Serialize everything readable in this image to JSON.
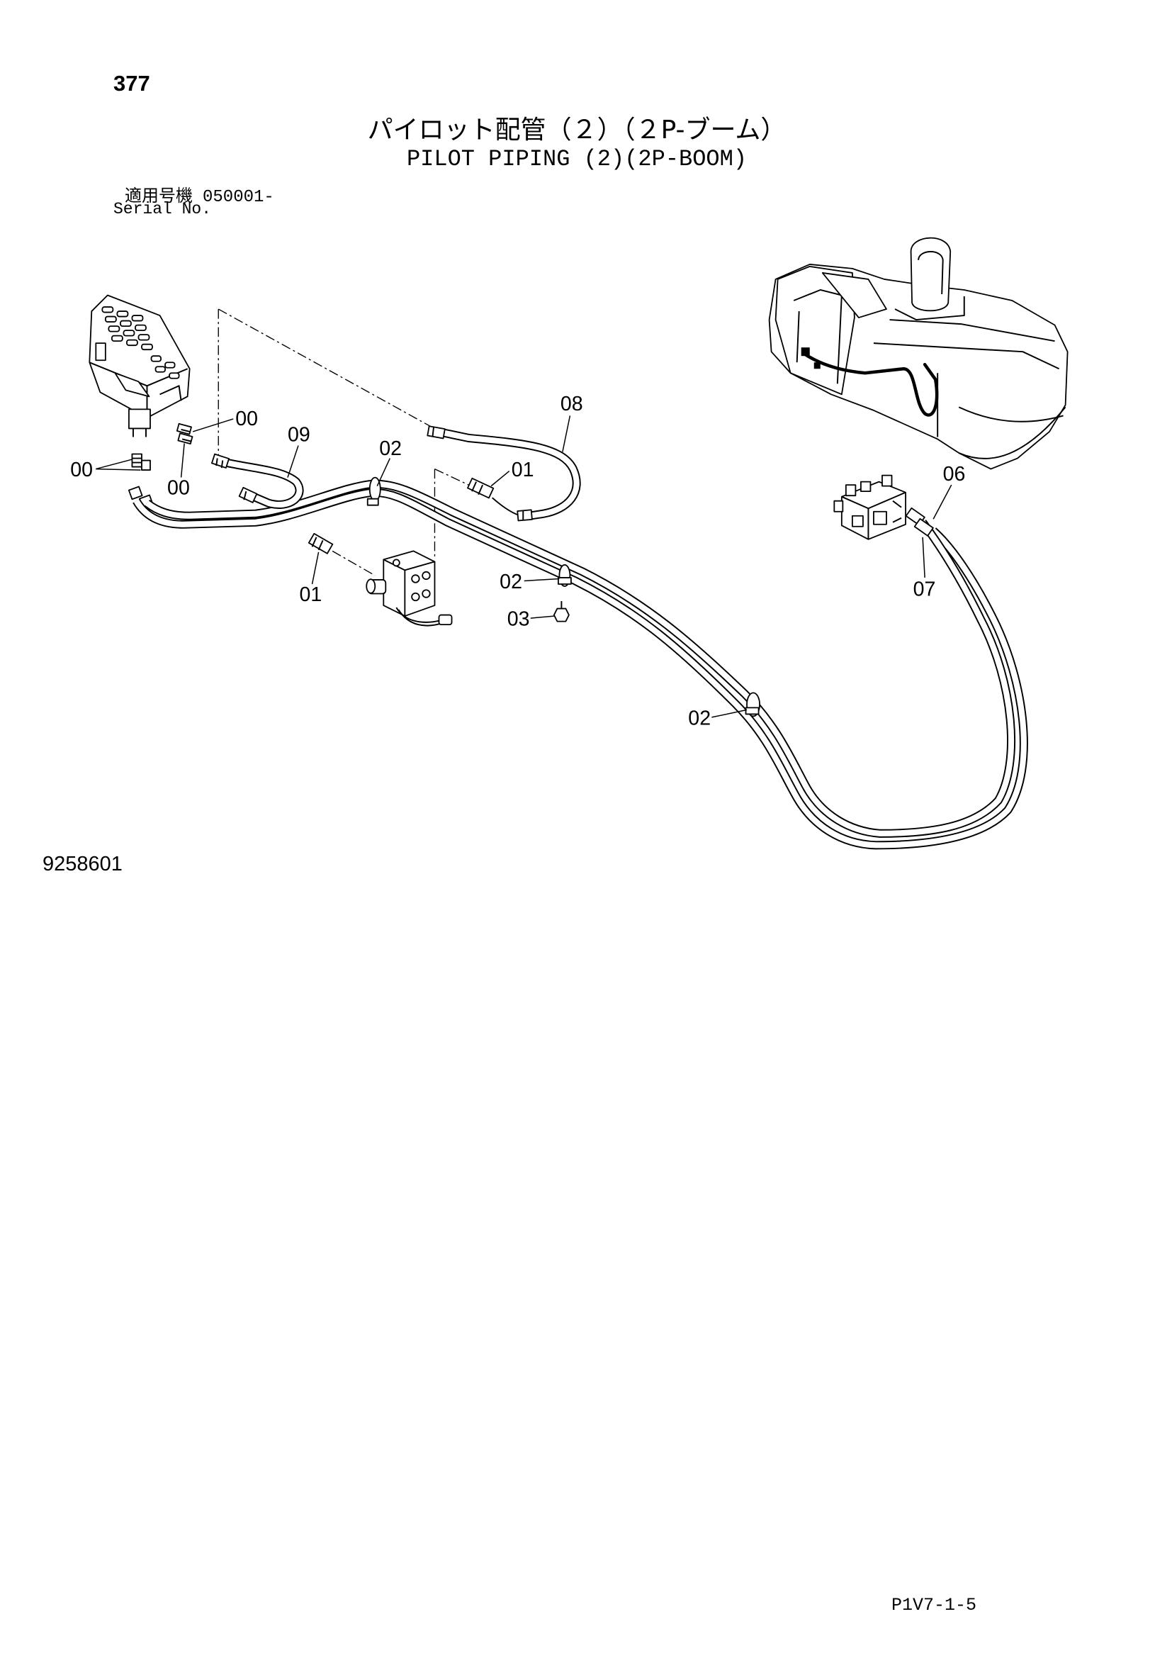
{
  "page": {
    "number": "377",
    "title_jp": "パイロット配管（２）（２P-ブーム）",
    "title_en": "PILOT PIPING (2)(2P-BOOM)",
    "serial_label_jp": "適用号機",
    "serial_value": "050001-",
    "serial_label_en": "Serial No.",
    "drawing_number": "9258601",
    "page_code": "P1V7-1-5"
  },
  "callouts": [
    "00",
    "09",
    "02",
    "08",
    "01",
    "00",
    "00",
    "06",
    "02",
    "07",
    "01",
    "03",
    "02"
  ]
}
